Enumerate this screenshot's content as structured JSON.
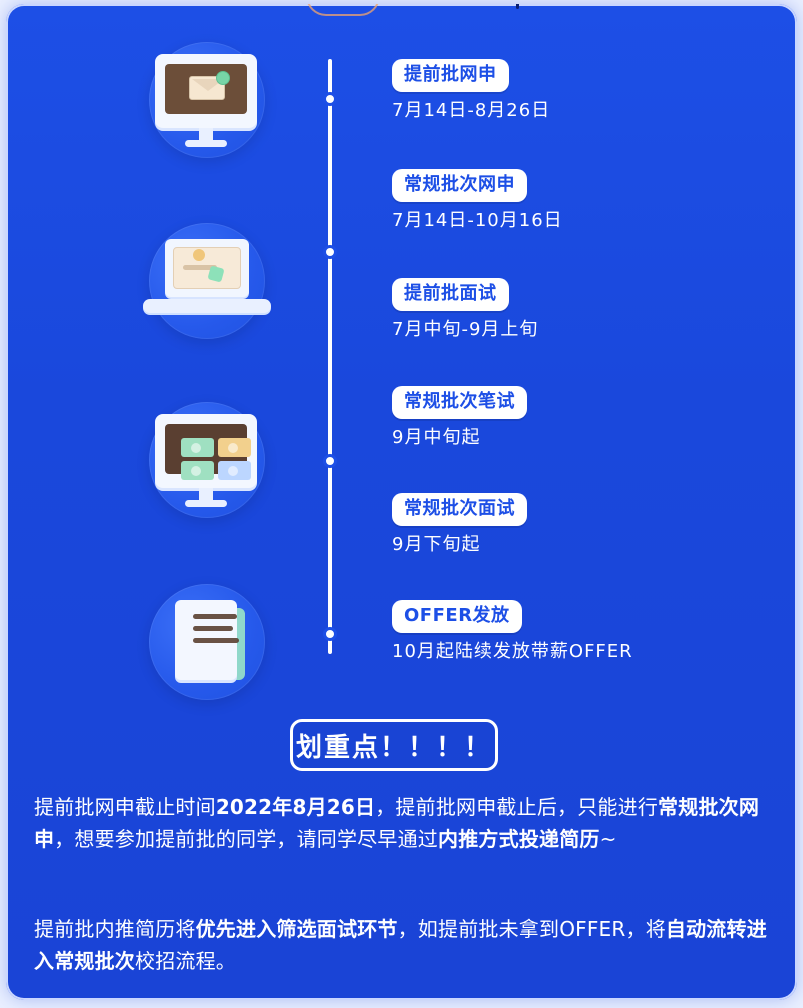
{
  "timeline": {
    "steps": [
      {
        "label": "提前批网申",
        "date": "7月14日-8月26日"
      },
      {
        "label": "常规批次网申",
        "date": "7月14日-10月16日"
      },
      {
        "label": "提前批面试",
        "date": "7月中旬-9月上旬"
      },
      {
        "label": "常规批次笔试",
        "date": "9月中旬起"
      },
      {
        "label": "常规批次面试",
        "date": "9月下旬起"
      },
      {
        "label": "OFFER发放",
        "date": "10月起陆续发放带薪OFFER"
      }
    ]
  },
  "highlight": {
    "title": "划重点！！！！"
  },
  "notes": {
    "p1": {
      "a": "提前批网申截止时间",
      "b": "2022年8月26日",
      "c": "，提前批网申截止后，只能进行",
      "d": "常规批次网申",
      "e": "，想要参加提前批的同学，请同学尽早通过",
      "f": "内推方式投递简历",
      "g": "~"
    },
    "p2": {
      "a": "提前批内推简历将",
      "b": "优先进入筛选面试环节",
      "c": "，如提前批未拿到OFFER，将",
      "d": "自动流转进入常规批次",
      "e": "校招流程。"
    }
  },
  "colors": {
    "primary": "#1d4fe6",
    "white": "#ffffff"
  },
  "icons": {
    "step1": "email-monitor-icon",
    "step2": "laptop-resume-icon",
    "step3": "video-interview-monitor-icon",
    "step4": "document-icon"
  }
}
